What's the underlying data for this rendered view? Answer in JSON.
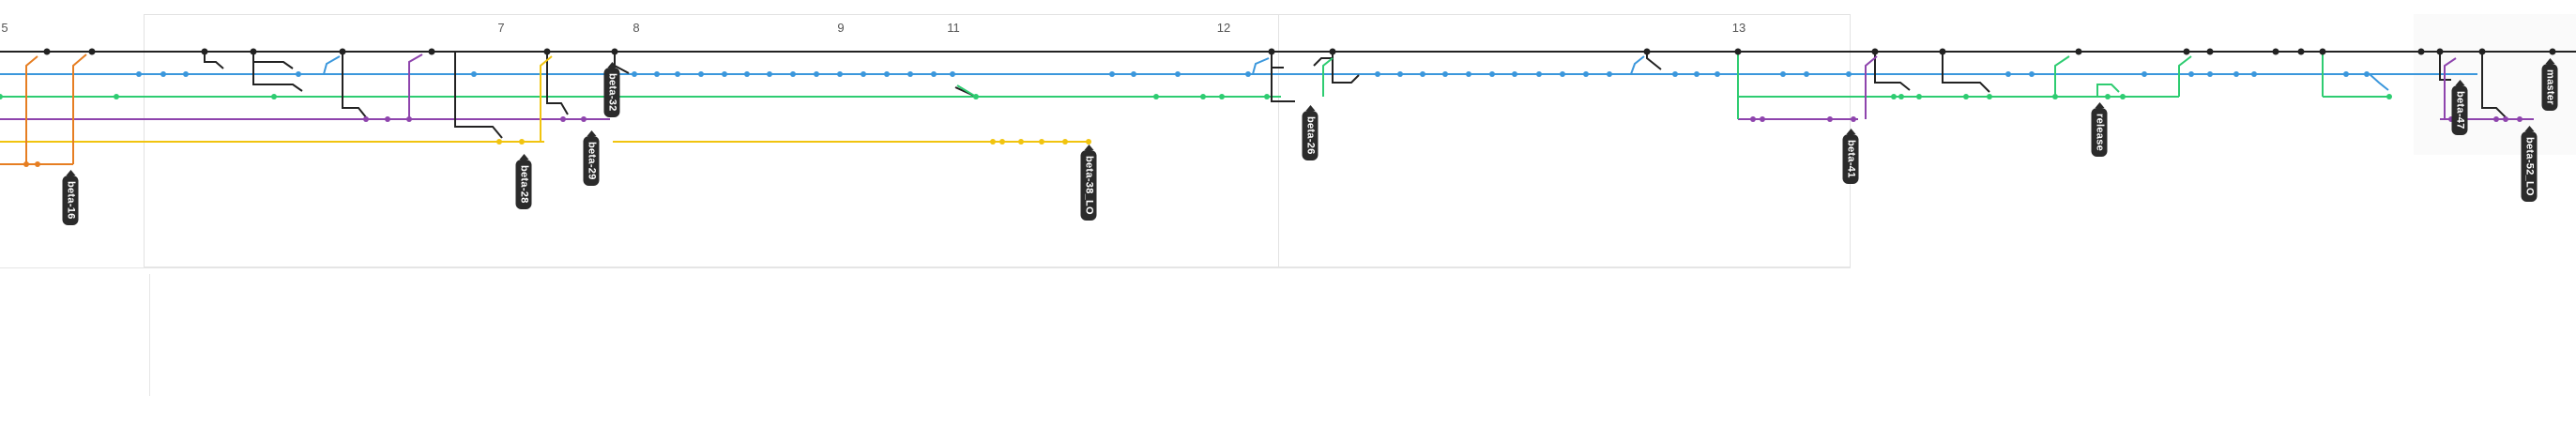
{
  "colors": {
    "main": "#222222",
    "blue": "#3b97dc",
    "green": "#2ecc71",
    "purple": "#8e44ad",
    "yellow": "#f1c40f",
    "orange": "#e67e22",
    "tag_bg": "#2b2b2b",
    "grid": "#e3e3e3"
  },
  "graph": {
    "column_labels": [
      {
        "id": "c5",
        "text": "5"
      },
      {
        "id": "c7",
        "text": "7"
      },
      {
        "id": "c8",
        "text": "8"
      },
      {
        "id": "c9",
        "text": "9"
      },
      {
        "id": "c11",
        "text": "11"
      },
      {
        "id": "c12",
        "text": "12"
      },
      {
        "id": "c13",
        "text": "13"
      }
    ],
    "tags": [
      {
        "id": "t16",
        "text": "beta-16"
      },
      {
        "id": "t28",
        "text": "beta-28"
      },
      {
        "id": "t29",
        "text": "beta-29"
      },
      {
        "id": "t32",
        "text": "beta-32"
      },
      {
        "id": "t38",
        "text": "beta-38_LO"
      },
      {
        "id": "t26",
        "text": "beta-26"
      },
      {
        "id": "t41",
        "text": "beta-41"
      },
      {
        "id": "trel",
        "text": "release"
      },
      {
        "id": "t47",
        "text": "beta-47"
      },
      {
        "id": "t52",
        "text": "beta-52_LO"
      },
      {
        "id": "tmaster",
        "text": "master"
      }
    ]
  }
}
